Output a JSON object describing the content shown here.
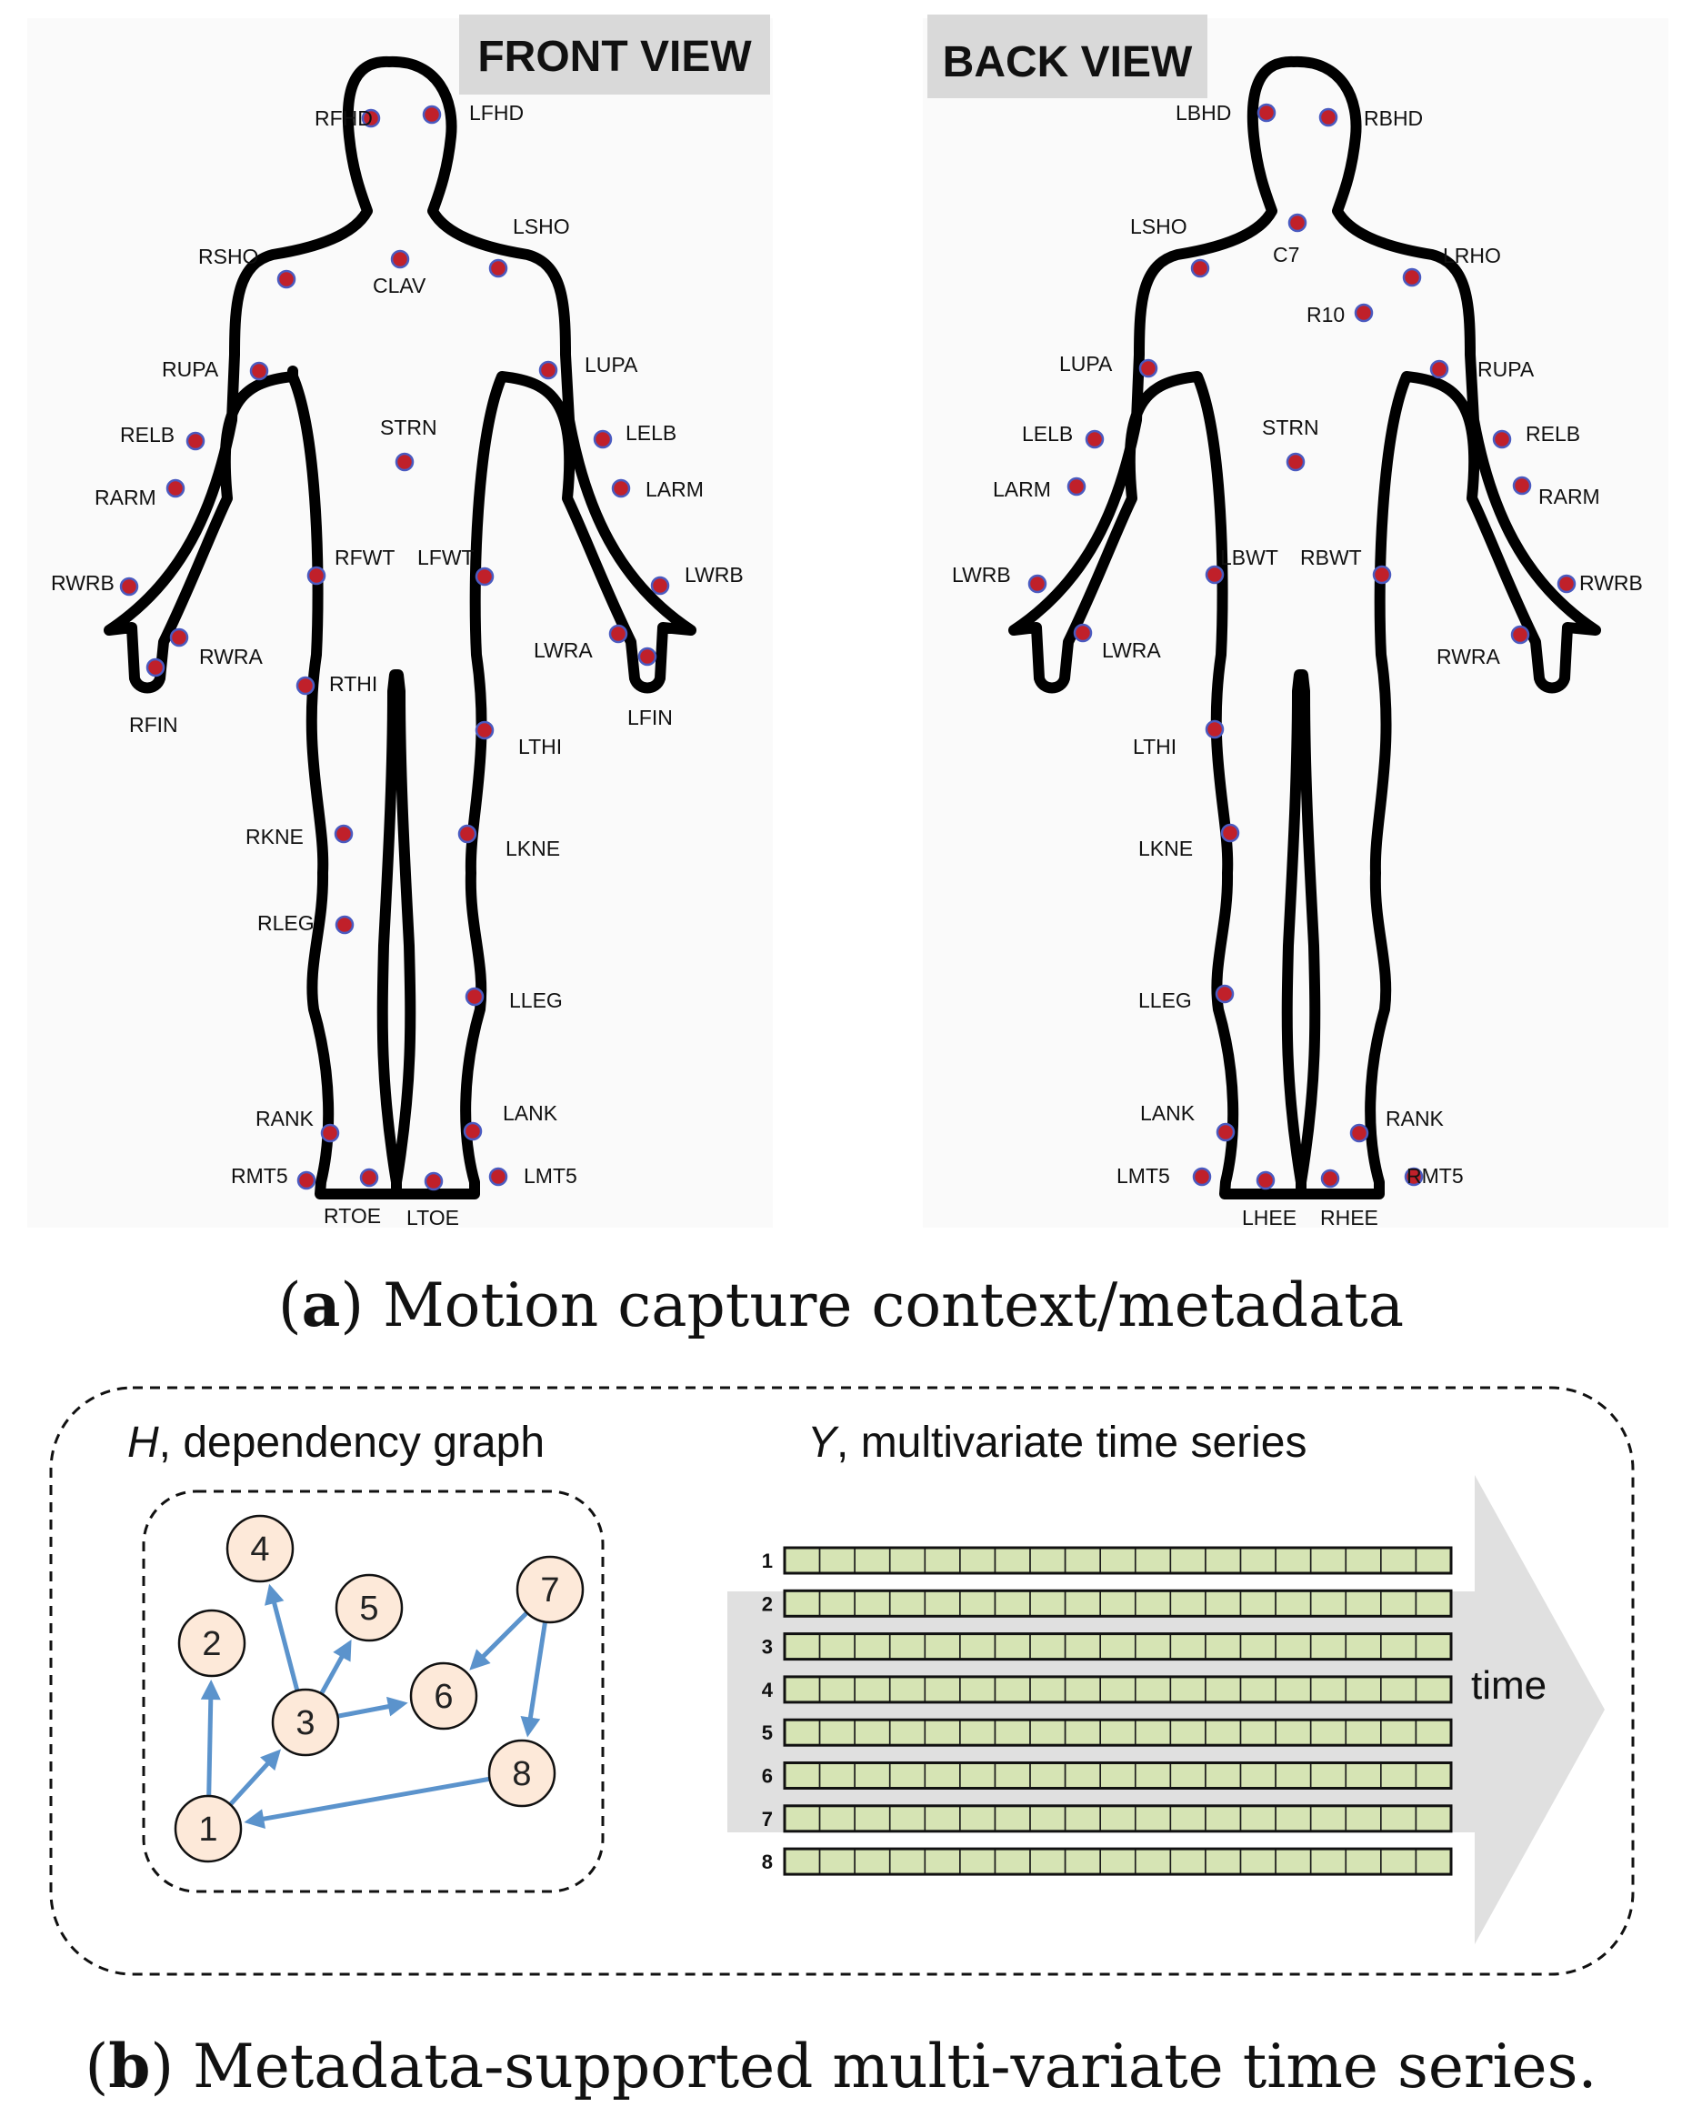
{
  "front_view": {
    "title": "FRONT VIEW",
    "markers": [
      "RFHD",
      "LFHD",
      "LSHO",
      "RSHO",
      "CLAV",
      "RUPA",
      "LUPA",
      "RELB",
      "STRN",
      "LELB",
      "RARM",
      "LARM",
      "RWRB",
      "RFWT",
      "LFWT",
      "LWRB",
      "RWRA",
      "LWRA",
      "RFIN",
      "LFIN",
      "RTHI",
      "LTHI",
      "RKNE",
      "LKNE",
      "RLEG",
      "LLEG",
      "RANK",
      "LANK",
      "RMT5",
      "LMT5",
      "RTOE",
      "LTOE"
    ]
  },
  "back_view": {
    "title": "BACK VIEW",
    "markers": [
      "LBHD",
      "RBHD",
      "LSHO",
      "C7",
      "LRHO",
      "R10",
      "LUPA",
      "RUPA",
      "LELB",
      "STRN",
      "RELB",
      "LARM",
      "RARM",
      "LWRB",
      "LBWT",
      "RBWT",
      "RWRB",
      "LWRA",
      "RWRA",
      "LTHI",
      "LKNE",
      "LLEG",
      "LANK",
      "RANK",
      "LMT5",
      "RMT5",
      "LHEE",
      "RHEE"
    ]
  },
  "caption_a": {
    "letter": "a",
    "text": "Motion capture context/metadata"
  },
  "graph_panel": {
    "title_var": "H",
    "title_rest": ", dependency graph",
    "nodes": [
      "1",
      "2",
      "3",
      "4",
      "5",
      "6",
      "7",
      "8"
    ],
    "edges": [
      [
        "1",
        "2"
      ],
      [
        "1",
        "3"
      ],
      [
        "3",
        "4"
      ],
      [
        "3",
        "5"
      ],
      [
        "3",
        "6"
      ],
      [
        "7",
        "6"
      ],
      [
        "7",
        "8"
      ],
      [
        "8",
        "1"
      ]
    ]
  },
  "series_panel": {
    "title_var": "Y",
    "title_rest": ", multivariate time series",
    "rows": [
      "1",
      "2",
      "3",
      "4",
      "5",
      "6",
      "7",
      "8"
    ],
    "time_label": "time"
  },
  "caption_b": {
    "letter": "b",
    "text": "Metadata-supported multi-variate time series."
  },
  "colors": {
    "marker_fill": "#c0202a",
    "marker_ring": "#4a5ac0",
    "edge": "#5b93cc",
    "node_fill": "#fde9d9",
    "cell_fill": "#d6e4b4",
    "title_box": "#d9d9d9",
    "arrow": "#e0e0e0"
  }
}
